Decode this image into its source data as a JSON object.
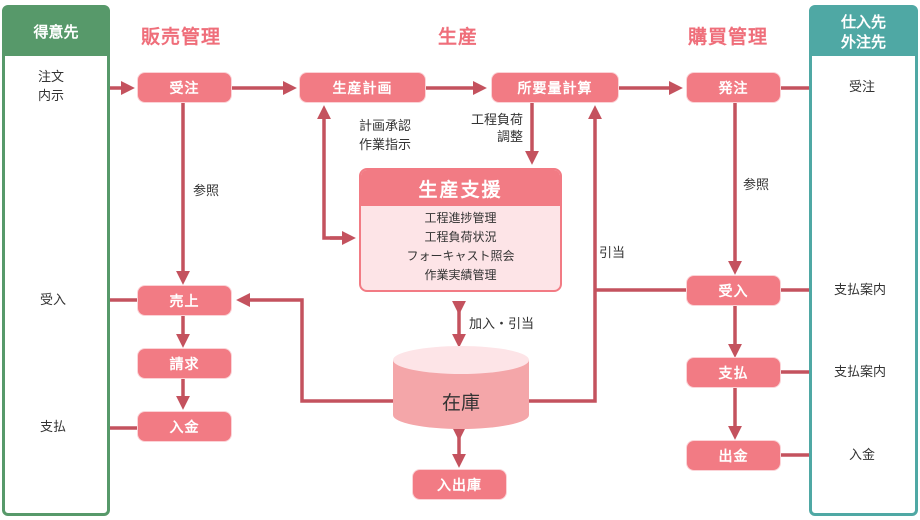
{
  "lanes": {
    "customer": {
      "title": "得意先",
      "color": "#57996a",
      "items": {
        "order_notice": "注文\n内示",
        "receive": "受入",
        "pay": "支払"
      }
    },
    "supplier": {
      "title": "仕入先\n外注先",
      "color": "#4fa8a4",
      "items": {
        "order_received": "受注",
        "payment_notice_1": "支払案内",
        "payment_notice_2": "支払案内",
        "deposit": "入金"
      }
    }
  },
  "sections": {
    "sales": "販売管理",
    "production": "生産",
    "purchasing": "購買管理"
  },
  "nodes": {
    "order_receipt": "受注",
    "sales": "売上",
    "billing": "請求",
    "deposit": "入金",
    "production_plan": "生産計画",
    "mrp": "所要量計算",
    "purchase_order": "発注",
    "receiving": "受入",
    "payment": "支払",
    "disbursement": "出金",
    "stock_in_out": "入出庫",
    "inventory": "在庫"
  },
  "support": {
    "title": "生産支援",
    "items": [
      "工程進捗管理",
      "工程負荷状況",
      "フォーキャスト照会",
      "作業実績管理"
    ]
  },
  "edge_labels": {
    "reference_left": "参照",
    "reference_right": "参照",
    "plan_approval": "計画承認\n作業指示",
    "load_adjust": "工程負荷\n調整",
    "allocation": "引当",
    "add_allocate": "加入・引当"
  },
  "colors": {
    "node": "#f27b84",
    "line": "#c4525e",
    "section_title": "#ef6e7a",
    "support_bg": "#fde4e7",
    "db_side": "#f4a6a9",
    "db_top": "#fde4e7"
  }
}
